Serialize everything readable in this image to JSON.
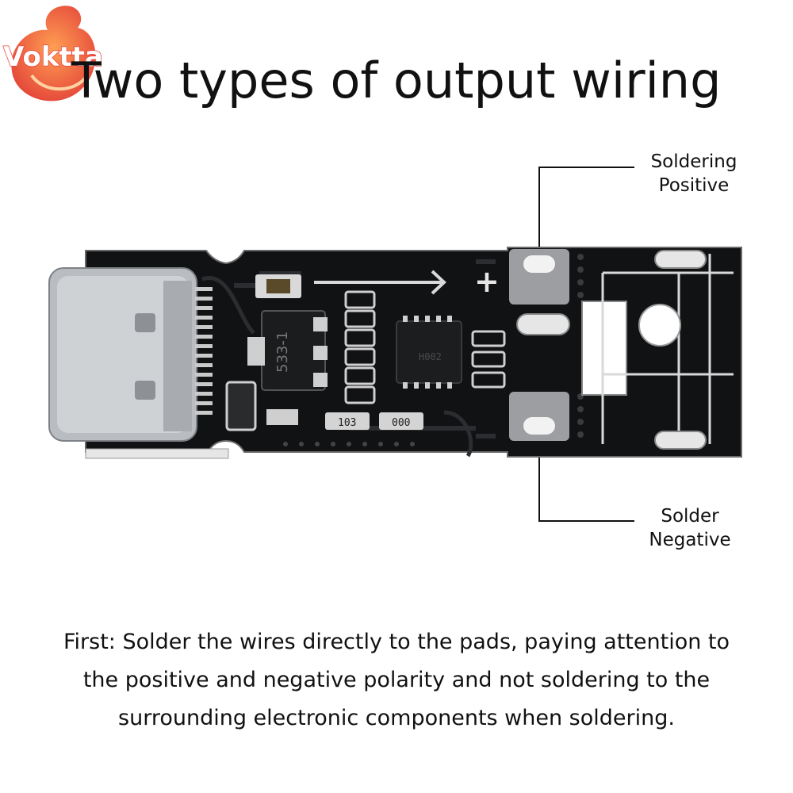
{
  "brand": {
    "logo_text": "Voktta"
  },
  "title": "Two types of output wiring",
  "callouts": {
    "positive": {
      "line1": "Soldering",
      "line2": "Positive"
    },
    "negative": {
      "line1": "Solder",
      "line2": "Negative"
    }
  },
  "board": {
    "ic_label": "533-1",
    "chip_label": "H002",
    "resistor_1": "103",
    "resistor_2": "000",
    "plus_sign": "+"
  },
  "caption": {
    "line1": "First: Solder the wires directly to the pads, paying attention to",
    "line2": "the positive and negative polarity and not soldering to the",
    "line3": "surrounding electronic components when soldering."
  },
  "colors": {
    "pcb": "#111214",
    "copper": "#c9c9c9",
    "brand": "#e8423a"
  }
}
